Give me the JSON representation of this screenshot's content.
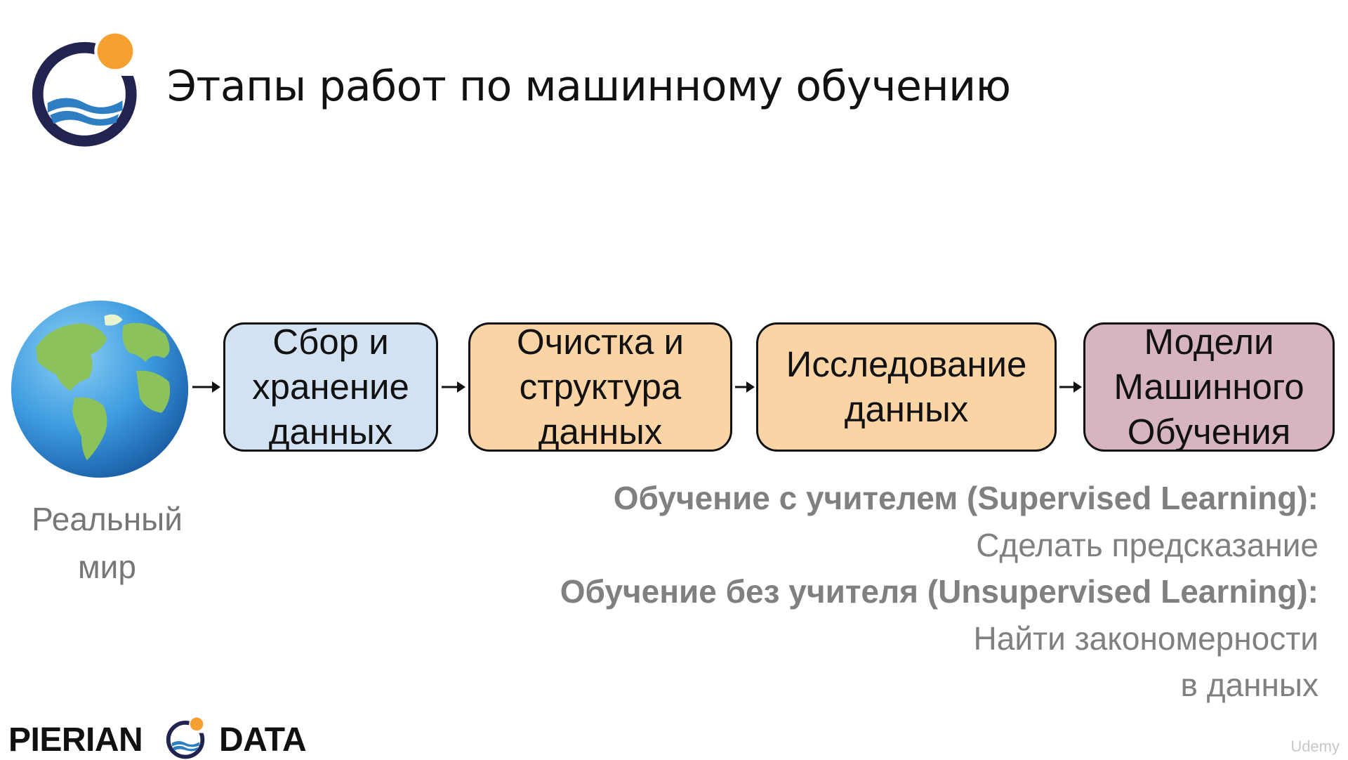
{
  "title": "Этапы работ по машинному обучению",
  "real_world_label": "Реальный\nмир",
  "stages": [
    {
      "label": "Сбор и\nхранение\nданных",
      "color": "#d3e2f3"
    },
    {
      "label": "Очистка и\nструктура\nданных",
      "color": "#fbd4a6"
    },
    {
      "label": "Исследование\nданных",
      "color": "#fbd4a6"
    },
    {
      "label": "Модели\nМашинного\nОбучения",
      "color": "#d7b4c1"
    }
  ],
  "learning_types": [
    {
      "heading": "Обучение с учителем (Supervised Learning):",
      "description": "Сделать предсказание"
    },
    {
      "heading": "Обучение без учителя (Unsupervised Learning):",
      "description_line1": "Найти закономерности",
      "description_line2": "в данных"
    }
  ],
  "footer": {
    "brand_left": "PIERIAN",
    "brand_right": "DATA"
  },
  "watermark": "Udemy",
  "colors": {
    "logo_navy": "#22234f",
    "logo_orange": "#f5a030",
    "logo_blue": "#2e7ec4",
    "text_grey": "#808080"
  }
}
